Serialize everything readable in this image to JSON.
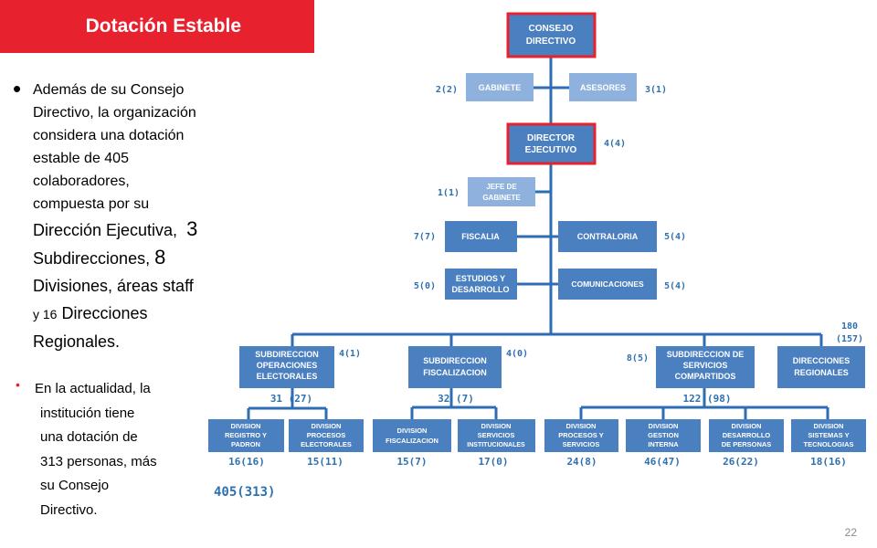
{
  "header": {
    "title": "Dotación Estable"
  },
  "bullet1": {
    "p1": "Además de su Consejo",
    "p2": "Directivo, la organización",
    "p3": "considera una dotación",
    "p4": "estable de 405",
    "p5": "colaboradores,",
    "p6": "compuesta por su",
    "p7": "Dirección Ejecutiva,",
    "n3": "3",
    "p8": "Subdirecciones,",
    "n8": "8",
    "p9": "Divisiones, áreas staff",
    "p10a": "y 16",
    "p10b": "Direcciones",
    "p11": "Regionales."
  },
  "bullet2": {
    "p1": "En la actualidad, la",
    "p2": "institución tiene",
    "p3": "una dotación de",
    "p4": "313 personas, más",
    "p5": "su Consejo",
    "p6": "Directivo."
  },
  "org": {
    "consejo": {
      "l1": "CONSEJO",
      "l2": "DIRECTIVO"
    },
    "gabinete": {
      "label": "GABINETE",
      "count": "2(2)"
    },
    "asesores": {
      "label": "ASESORES",
      "count": "3(1)"
    },
    "director": {
      "l1": "DIRECTOR",
      "l2": "EJECUTIVO",
      "count": "4(4)"
    },
    "jefe": {
      "l1": "JEFE DE",
      "l2": "GABINETE",
      "count": "1(1)"
    },
    "fiscalia": {
      "label": "FISCALIA",
      "count": "7(7)"
    },
    "contraloria": {
      "label": "CONTRALORIA",
      "count": "5(4)"
    },
    "estudios": {
      "l1": "ESTUDIOS Y",
      "l2": "DESARROLLO",
      "count": "5(0)"
    },
    "comunicaciones": {
      "label": "COMUNICACIONES",
      "count": "5(4)"
    },
    "sub_op": {
      "l1": "SUBDIRECCION",
      "l2": "OPERACIONES",
      "l3": "ELECTORALES",
      "count": "4(1)",
      "total": "31 (27)"
    },
    "sub_fis": {
      "l1": "SUBDIRECCION",
      "l2": "FISCALIZACION",
      "count": "4(0)",
      "total": "32 (7)"
    },
    "sub_serv": {
      "l1": "SUBDIRECCION DE",
      "l2": "SERVICIOS",
      "l3": "COMPARTIDOS",
      "count": "8(5)",
      "total": "122 (98)"
    },
    "regionales": {
      "l1": "DIRECCIONES",
      "l2": "REGIONALES",
      "count_l1": "180",
      "count_l2": "(157)"
    },
    "div_registro": {
      "l1": "DIVISION",
      "l2": "REGISTRO Y",
      "l3": "PADRON",
      "count": "16(16)"
    },
    "div_procesos_el": {
      "l1": "DIVISION",
      "l2": "PROCESOS",
      "l3": "ELECTORALES",
      "count": "15(11)"
    },
    "div_fiscalizacion": {
      "l1": "DIVISION",
      "l2": "FISCALIZACION",
      "count": "15(7)"
    },
    "div_servicios_inst": {
      "l1": "DIVISION",
      "l2": "SERVICIOS",
      "l3": "INSTITUCIONALES",
      "count": "17(0)"
    },
    "div_procesos_serv": {
      "l1": "DIVISION",
      "l2": "PROCESOS Y",
      "l3": "SERVICIOS",
      "count": "24(8)"
    },
    "div_gestion": {
      "l1": "DIVISION",
      "l2": "GESTION",
      "l3": "INTERNA",
      "count": "46(47)"
    },
    "div_desarrollo": {
      "l1": "DIVISION",
      "l2": "DESARROLLO",
      "l3": "DE PERSONAS",
      "count": "26(22)"
    },
    "div_sistemas": {
      "l1": "DIVISION",
      "l2": "SISTEMAS Y",
      "l3": "TECNOLOGIAS",
      "count": "18(16)"
    },
    "grand_total": "405(313)",
    "colors": {
      "box": "#4a7fc0",
      "box_light": "#8eb1dd",
      "line": "#2e6db4",
      "highlight": "#e8212e",
      "count_text": "#2e70b0"
    }
  },
  "footer": {
    "page": "22"
  }
}
